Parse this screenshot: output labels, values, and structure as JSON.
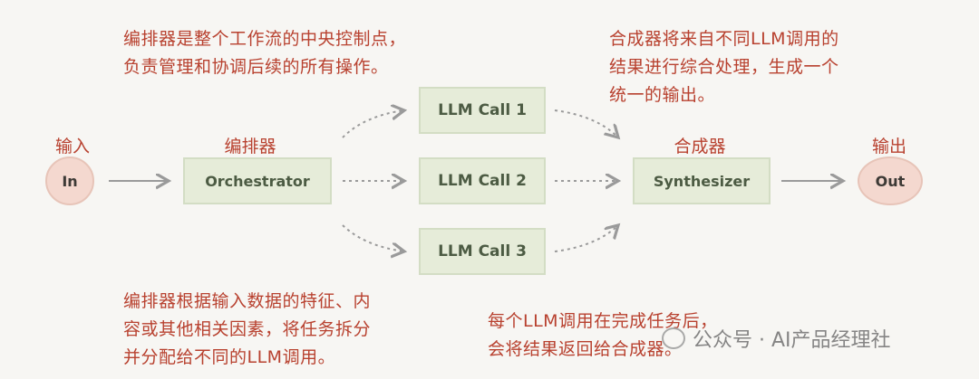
{
  "notes": {
    "orchestrator_desc": "编排器是整个工作流的中央控制点，\n负责管理和协调后续的所有操作。",
    "synthesizer_desc": "合成器将来自不同LLM调用的\n结果进行综合处理，生成一个\n统一的输出。",
    "dispatch_desc": "编排器根据输入数据的特征、内\n容或其他相关因素，将任务拆分\n并分配给不同的LLM调用。",
    "return_desc": "每个LLM调用在完成任务后，\n会将结果返回给合成器。"
  },
  "labels": {
    "input": "输入",
    "orchestrator": "编排器",
    "synthesizer": "合成器",
    "output": "输出"
  },
  "nodes": {
    "in": "In",
    "orchestrator": "Orchestrator",
    "llm_call_1": "LLM Call 1",
    "llm_call_2": "LLM Call 2",
    "llm_call_3": "LLM Call 3",
    "synthesizer": "Synthesizer",
    "out": "Out"
  },
  "watermark": {
    "text": "公众号 · AI产品经理社"
  },
  "colors": {
    "annotation_text": "#b8412f",
    "node_fill": "#e6ecd9",
    "endpoint_fill": "#f4d8cf",
    "arrow": "#9a9a9a"
  }
}
